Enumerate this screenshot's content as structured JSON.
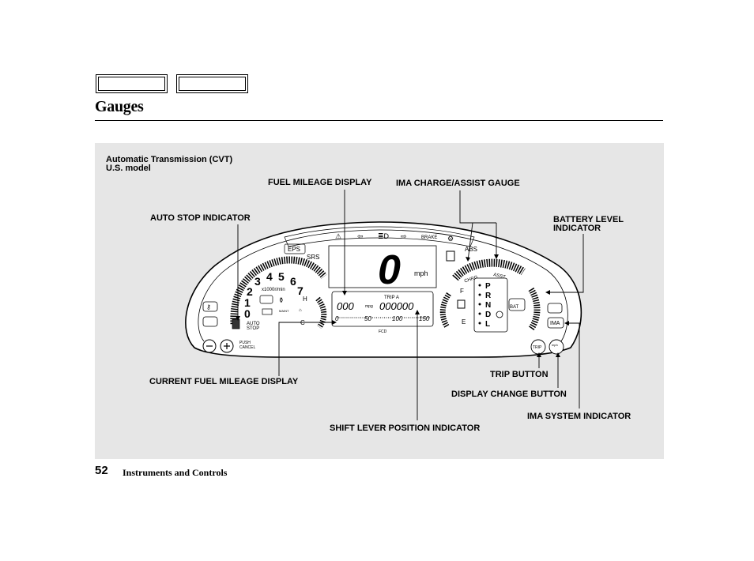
{
  "page": {
    "title": "Gauges",
    "page_number": "52",
    "section": "Instruments and Controls"
  },
  "model": {
    "line1": "Automatic Transmission (CVT)",
    "line2": "U.S. model"
  },
  "callouts": {
    "fuel_mileage_display": "FUEL MILEAGE DISPLAY",
    "ima_charge_assist_gauge": "IMA CHARGE/ASSIST GAUGE",
    "auto_stop_indicator": "AUTO STOP INDICATOR",
    "battery_level_indicator_1": "BATTERY LEVEL",
    "battery_level_indicator_2": "INDICATOR",
    "current_fuel_mileage_display": "CURRENT FUEL MILEAGE DISPLAY",
    "trip_button": "TRIP BUTTON",
    "display_change_button": "DISPLAY CHANGE BUTTON",
    "ima_system_indicator": "IMA SYSTEM INDICATOR",
    "shift_lever_position_indicator": "SHIFT LEVER POSITION INDICATOR"
  },
  "cluster": {
    "speed": "0",
    "speed_unit": "mph",
    "trip_label": "TRIP A",
    "mileage": "000",
    "mileage_unit": "mpg",
    "odometer": "000000",
    "mileage_scale": [
      "0",
      "50",
      "100",
      "150"
    ],
    "fcd": "FCD",
    "eps": "EPS",
    "srs": "SRS",
    "abs": "ABS",
    "brake": "BRAKE",
    "tach_numbers": [
      "0",
      "1",
      "2",
      "3",
      "4",
      "5",
      "6",
      "7"
    ],
    "tach_unit": "x1000r/min",
    "auto_stop_1": "AUTO",
    "auto_stop_2": "STOP",
    "maint": "MAINT",
    "push_cancel_1": "PUSH",
    "push_cancel_2": "CANCEL",
    "temp_h": "H",
    "temp_c": "C",
    "fuel_f": "F",
    "fuel_e": "E",
    "chrg": "CHRG",
    "asst": "ASST",
    "gears": [
      "P",
      "R",
      "N",
      "D",
      "L"
    ],
    "bat": "BAT",
    "ima": "IMA",
    "trip_btn": "TRIP",
    "disp_btn": "mph"
  }
}
